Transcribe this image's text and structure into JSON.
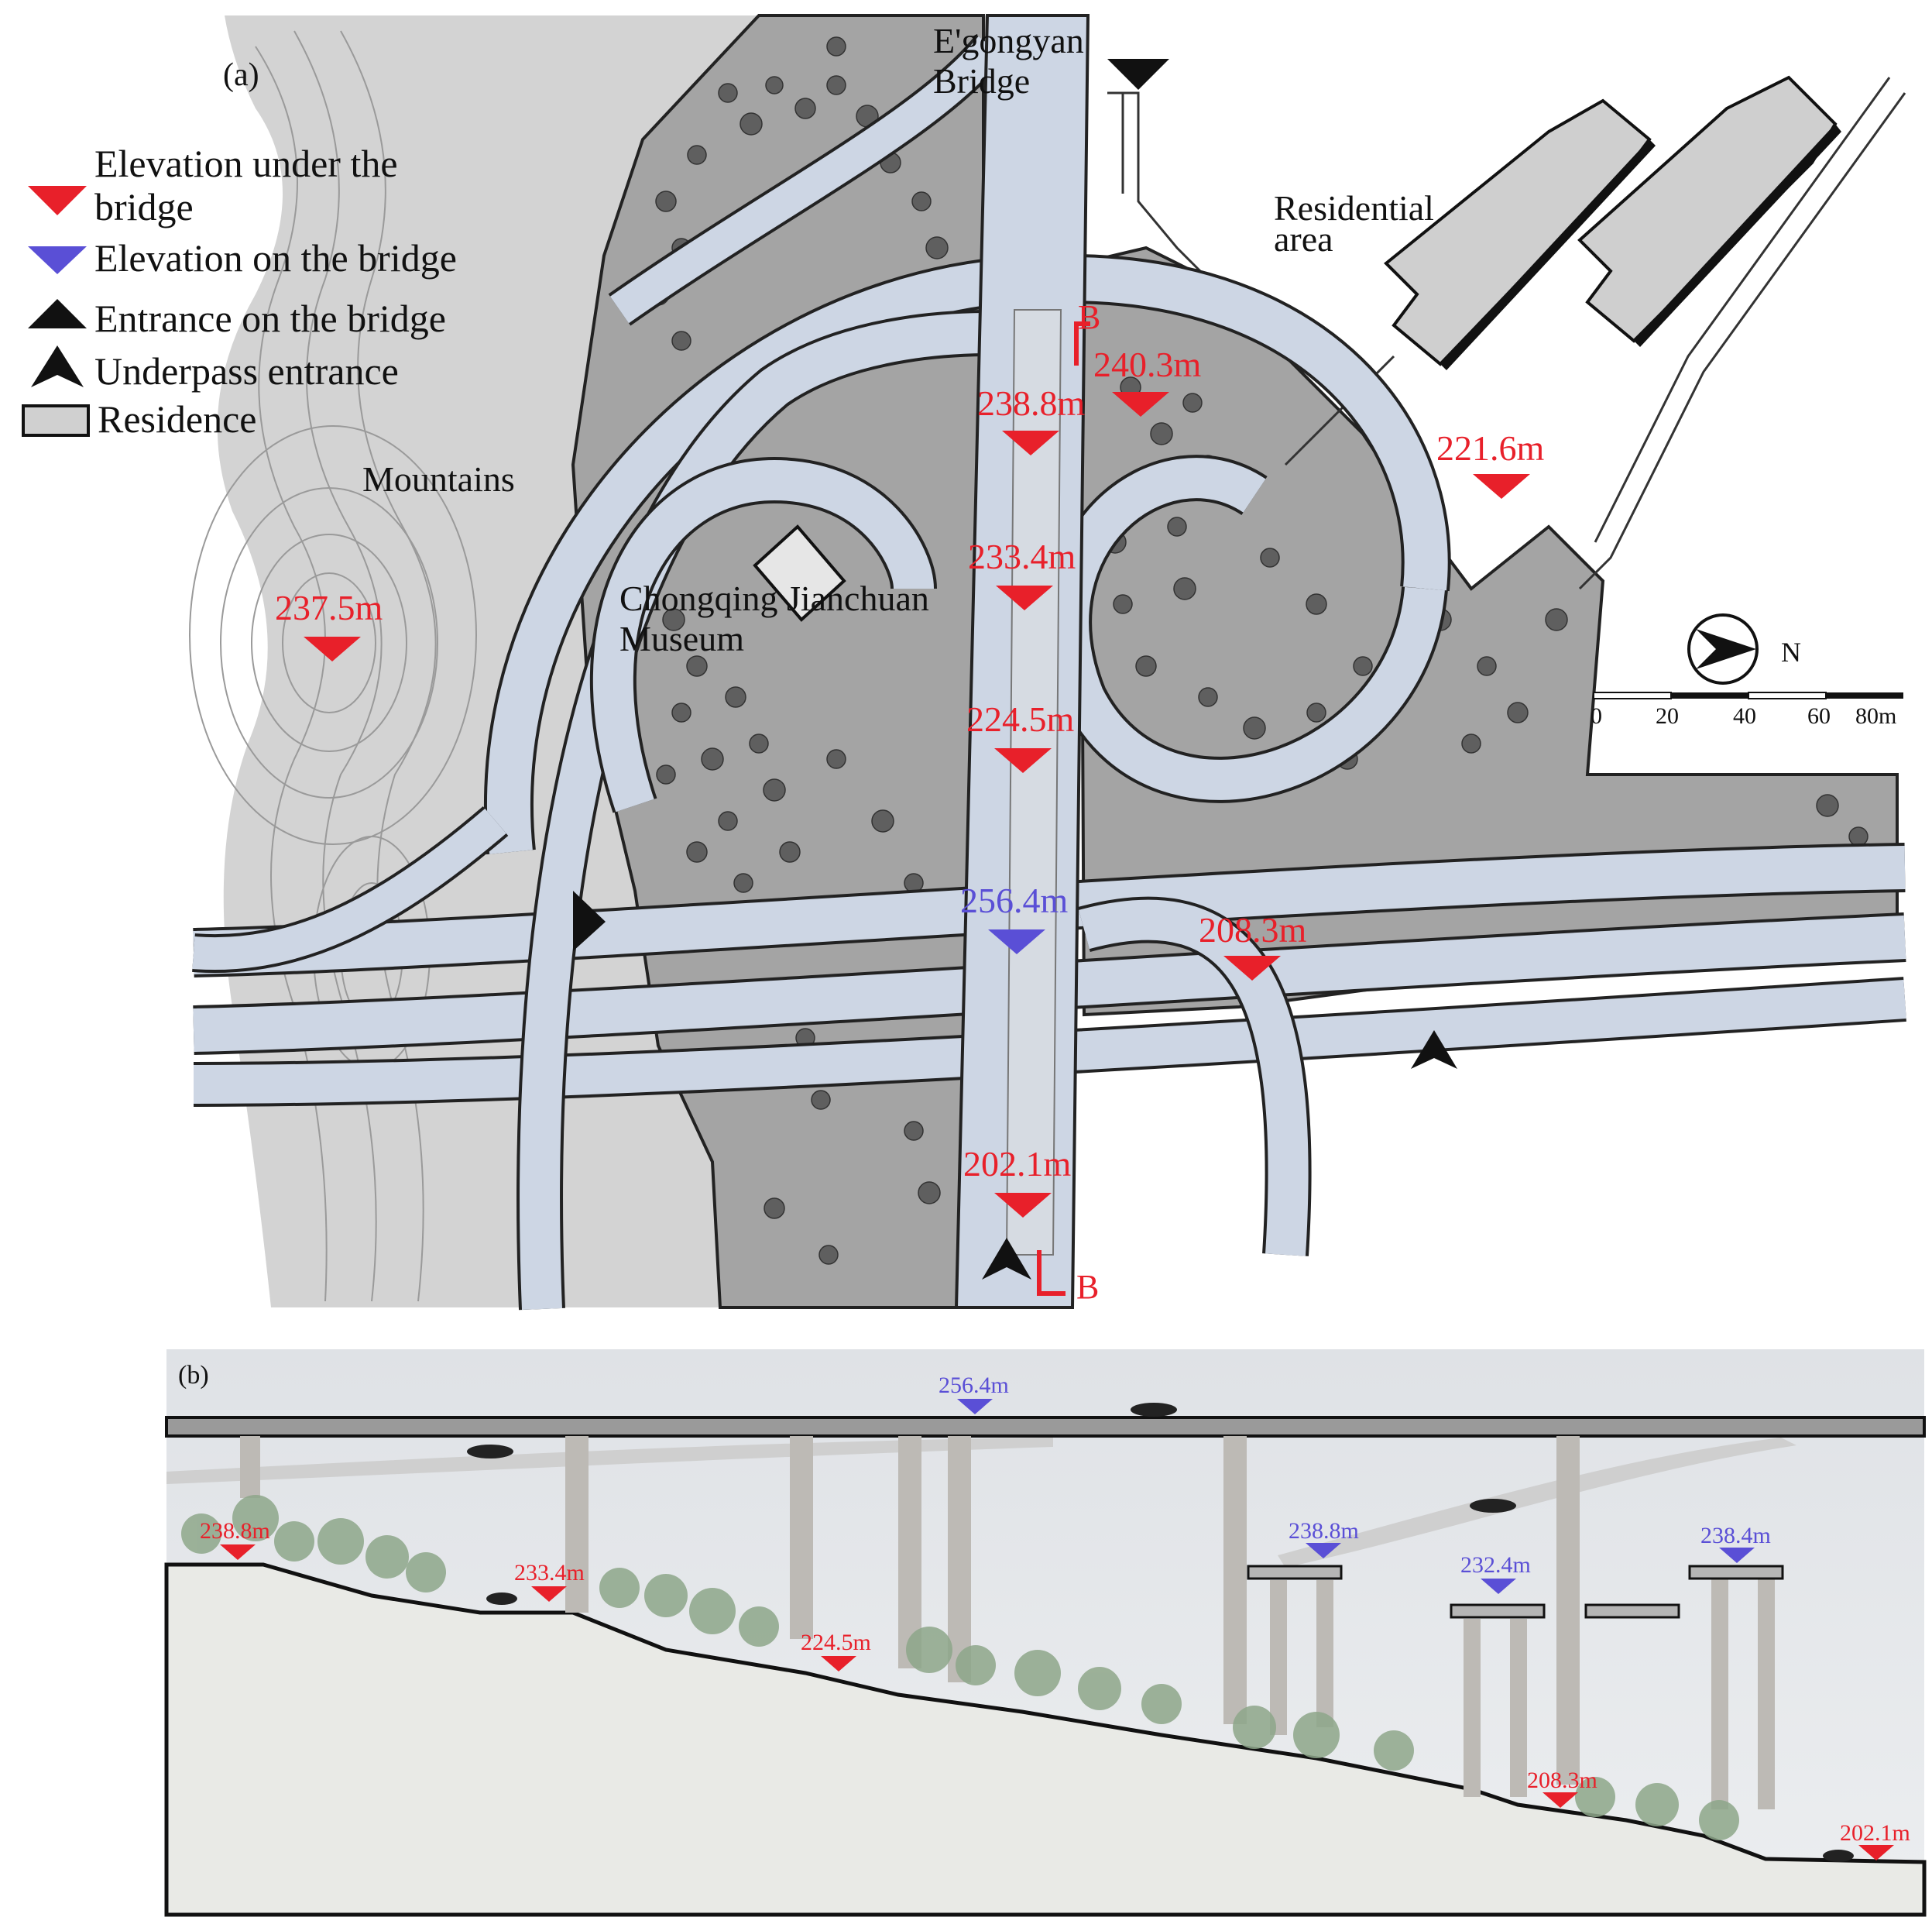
{
  "panel_a": {
    "label": "(a)",
    "legend": [
      {
        "marker": "red-triangle-down",
        "text_line1": "Elevation under the",
        "text_line2": "bridge"
      },
      {
        "marker": "blue-triangle-down",
        "text_line1": "Elevation on the bridge",
        "text_line2": ""
      },
      {
        "marker": "black-triangle-up",
        "text_line1": "Entrance on the bridge",
        "text_line2": ""
      },
      {
        "marker": "black-arrowhead",
        "text_line1": "Underpass entrance",
        "text_line2": ""
      },
      {
        "marker": "residence-box",
        "text_line1": "Residence",
        "text_line2": ""
      }
    ],
    "labels": {
      "bridge_line1": "E'gongyan",
      "bridge_line2": "Bridge",
      "residential_line1": "Residential",
      "residential_line2": "area",
      "mountains": "Mountains",
      "museum_line1": "Chongqing Jianchuan",
      "museum_line2": "Museum",
      "section_top": "B",
      "section_bottom": "B",
      "north": "N"
    },
    "elevations": {
      "e_237_5": "237.5m",
      "e_240_3": "240.3m",
      "e_238_8": "238.8m",
      "e_221_6": "221.6m",
      "e_233_4": "233.4m",
      "e_224_5": "224.5m",
      "e_256_4": "256.4m",
      "e_208_3": "208.3m",
      "e_202_1": "202.1m"
    },
    "scale_bar": [
      "0",
      "20",
      "40",
      "60",
      "80m"
    ]
  },
  "panel_b": {
    "label": "(b)",
    "elevations": {
      "top_256_4": "256.4m",
      "g_238_8": "238.8m",
      "g_233_4": "233.4m",
      "g_224_5": "224.5m",
      "g_208_3": "208.3m",
      "g_202_1": "202.1m",
      "b_238_8": "238.8m",
      "b_232_4": "232.4m",
      "b_238_4": "238.4m"
    }
  },
  "colors": {
    "road": "#cdd6e4",
    "road_edge": "#222222",
    "park": "#9a9a9a",
    "tree": "#5f5f5f",
    "mountain": "#d2d2d2",
    "under_bridge": "#e8202a",
    "on_bridge": "#5a4fd6",
    "sky": "#e3e6e9",
    "ground": "#e9eae6"
  }
}
